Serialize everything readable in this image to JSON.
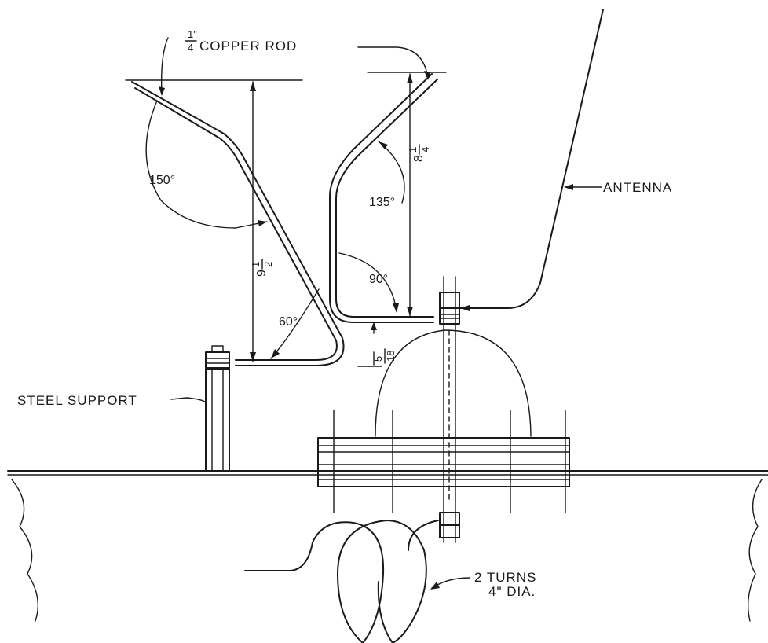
{
  "labels": {
    "rod_frac_num": "1\"",
    "rod_frac_den": "4",
    "rod_text": "COPPER ROD",
    "antenna": "ANTENNA",
    "steel_support": "STEEL SUPPORT",
    "turns_line1": "2 TURNS",
    "turns_line2": "4\" DIA."
  },
  "dimensions": {
    "angle_150": "150°",
    "angle_135": "135°",
    "angle_90": "90°",
    "angle_60": "60°",
    "height_left_whole": "9",
    "height_left_num": "1",
    "height_left_den": "2",
    "height_right_whole": "8",
    "height_right_num": "1",
    "height_right_den": "4",
    "gap_num": "5",
    "gap_den": "18"
  }
}
